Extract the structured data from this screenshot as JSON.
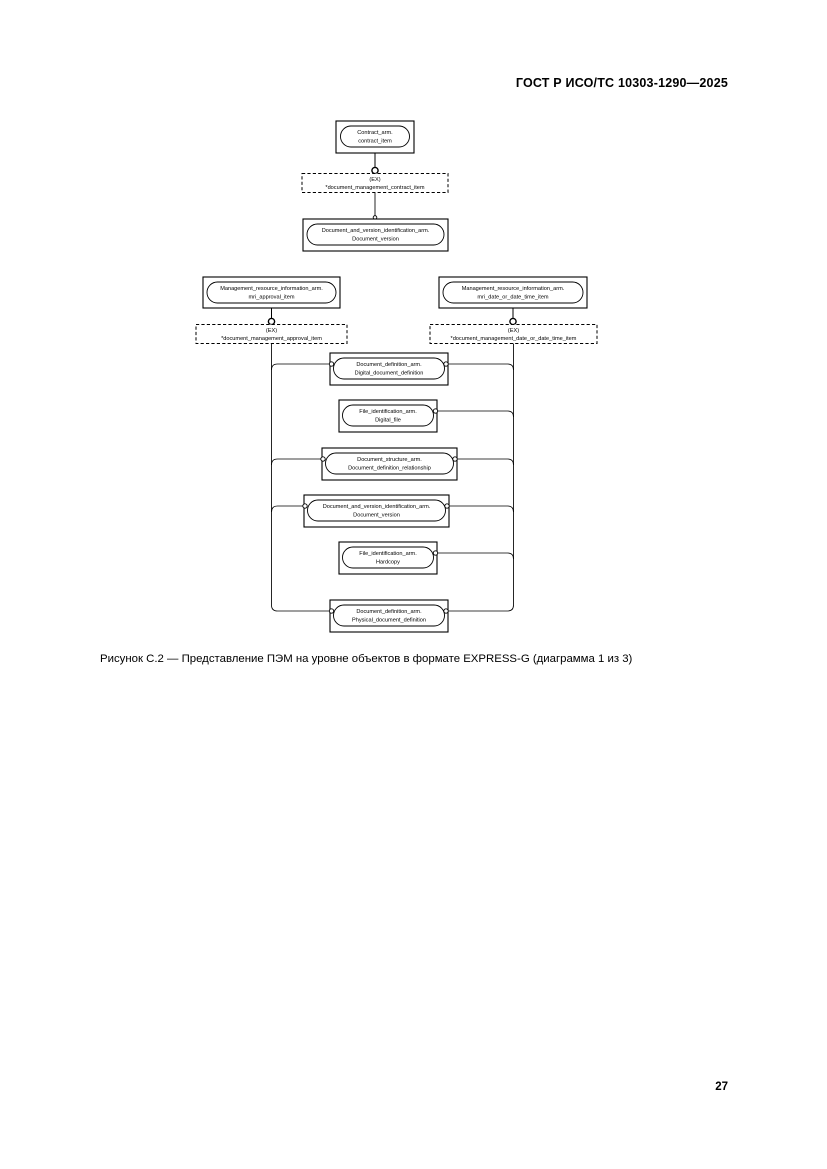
{
  "header": {
    "standard_title": "ГОСТ Р ИСО/ТС 10303-1290—2025"
  },
  "figure": {
    "caption": "Рисунок С.2 — Представление ПЭМ на уровне объектов в формате EXPRESS-G (диаграмма 1 из 3)"
  },
  "page": {
    "number": "27"
  },
  "diagram": {
    "type": "EXPRESS-G",
    "entities": {
      "contract_item": {
        "schema": "Contract_arm.",
        "name": "contract_item"
      },
      "document_version_top": {
        "schema": "Document_and_version_identification_arm.",
        "name": "Document_version"
      },
      "mri_approval_item": {
        "schema": "Management_resource_information_arm.",
        "name": "mri_approval_item"
      },
      "mri_date_or_date_time_item": {
        "schema": "Management_resource_information_arm.",
        "name": "mri_date_or_date_time_item"
      },
      "digital_document_definition": {
        "schema": "Document_definition_arm.",
        "name": "Digital_document_definition"
      },
      "digital_file": {
        "schema": "File_identification_arm.",
        "name": "Digital_file"
      },
      "document_definition_relationship": {
        "schema": "Document_structure_arm.",
        "name": "Document_definition_relationship"
      },
      "document_version_mid": {
        "schema": "Document_and_version_identification_arm.",
        "name": "Document_version"
      },
      "hardcopy": {
        "schema": "File_identification_arm.",
        "name": "Hardcopy"
      },
      "physical_document_definition": {
        "schema": "Document_definition_arm.",
        "name": "Physical_document_definition"
      }
    },
    "ex_boxes": {
      "contract_item_ex": {
        "tag": "(EX)",
        "name": "*document_management_contract_item"
      },
      "approval_item_ex": {
        "tag": "(EX)",
        "name": "*document_management_approval_item"
      },
      "date_or_date_time_item_ex": {
        "tag": "(EX)",
        "name": "*document_management_date_or_date_time_item"
      }
    }
  }
}
